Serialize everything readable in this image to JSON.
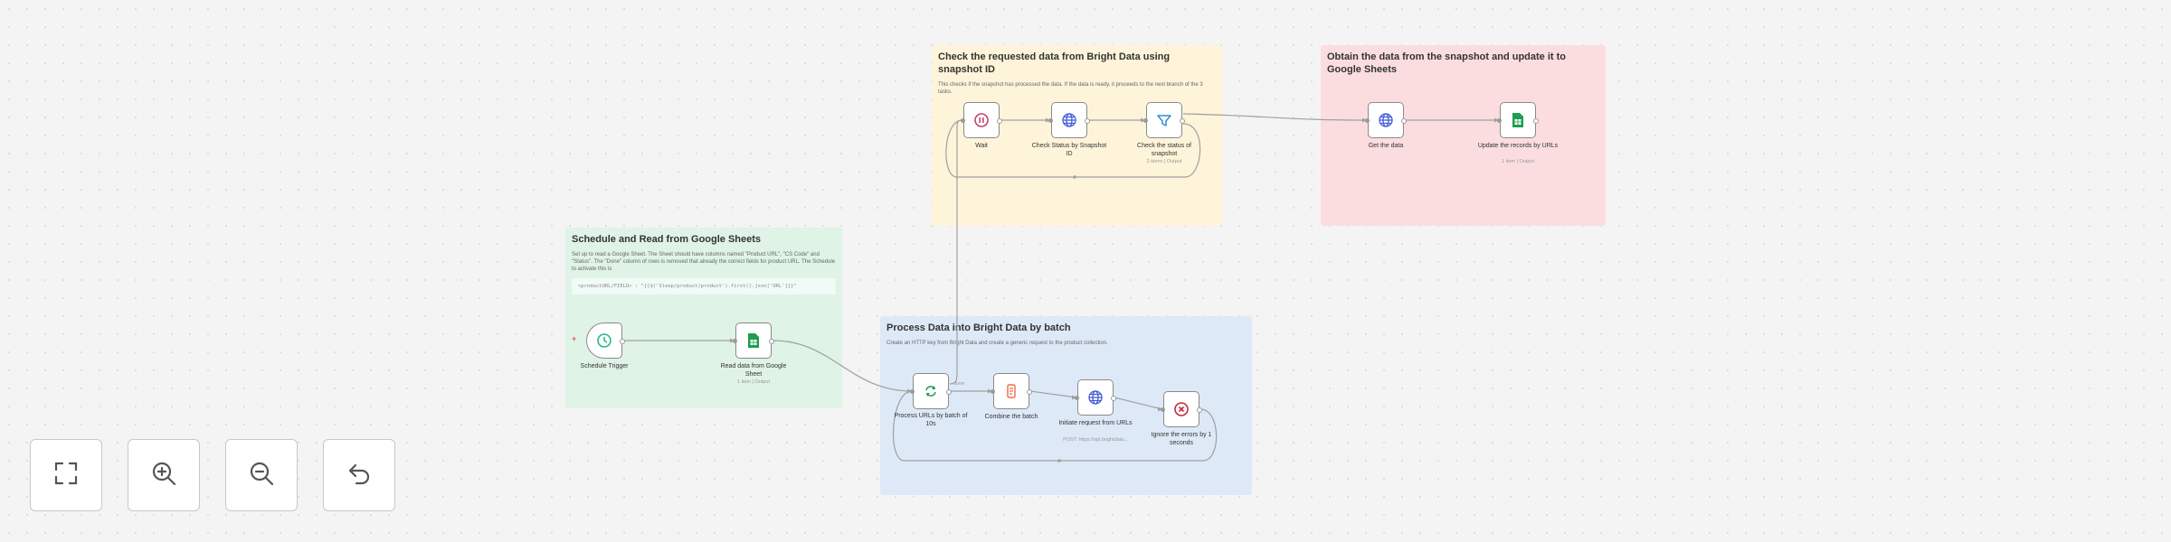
{
  "colors": {
    "sticky_green": "#dff3e6",
    "sticky_yellow": "#fdf4d9",
    "sticky_red": "#fbdde0",
    "sticky_blue": "#dde9f6",
    "edge": "#a0a0a0",
    "wait_icon": "#c0456b",
    "http_icon": "#3f5bd6",
    "filter_icon": "#2f8ed6",
    "sheets_icon": "#1e9e4f",
    "trigger_icon": "#2bb78a",
    "code_icon": "#f16a4b",
    "stop_icon": "#c02b3a"
  },
  "stickies": {
    "schedule": {
      "title": "Schedule and Read from Google Sheets",
      "desc": "Set up to read a Google Sheet. The Sheet should have columns named \"Product URL\", \"CS Code\" and \"Status\". The \"Done\" column of rows is removed that already the correct fields for product URL. The Schedule to activate this is",
      "code": "<productURL/FIELD> : \"{{$('Sleep/product/product').first().json['URL']}}\""
    },
    "check": {
      "title": "Check the requested data from Bright Data using snapshot ID",
      "desc": "This checks if the snapshot has processed the data. If the data is ready, it proceeds to the next branch of the 3 tasks."
    },
    "obtain": {
      "title": "Obtain the data from the snapshot and update it to Google Sheets"
    },
    "process": {
      "title": "Process Data into Bright Data by batch",
      "desc": "Create an HTTP key from Bright Data and create a generic request to the product collection."
    }
  },
  "nodes": {
    "schedule_trigger": {
      "label": "Schedule Trigger",
      "icon": "clock-icon"
    },
    "read_sheets": {
      "label": "Read data from Google Sheet",
      "sub": "1 item | Output",
      "icon": "google-sheets-icon"
    },
    "wait": {
      "label": "Wait",
      "icon": "pause-icon"
    },
    "check_status": {
      "label": "Check Status by Snapshot ID",
      "icon": "globe-icon"
    },
    "check_status_snapshot": {
      "label": "Check the status of snapshot",
      "sub": "2 items | Output",
      "icon": "filter-icon"
    },
    "get_the_data": {
      "label": "Get the data",
      "icon": "globe-icon"
    },
    "update_records": {
      "label": "Update the records by URLs",
      "sub": "1 item | Output",
      "icon": "google-sheets-icon"
    },
    "process_urls": {
      "label": "Process URLs by batch of 10s",
      "sub": "done",
      "icon": "loop-icon"
    },
    "combine_batch": {
      "label": "Combine the batch",
      "icon": "code-icon"
    },
    "initiate_request": {
      "label": "Initiate request from URLs",
      "sub": "POST: https://api.brightdata...",
      "icon": "globe-icon"
    },
    "ignore_errors": {
      "label": "Ignore the errors by 1 seconds",
      "icon": "stop-icon"
    }
  },
  "controls": {
    "fit": {
      "icon": "fit-view-icon"
    },
    "zoom_in": {
      "icon": "zoom-in-icon"
    },
    "zoom_out": {
      "icon": "zoom-out-icon"
    },
    "reset": {
      "icon": "undo-icon"
    }
  }
}
